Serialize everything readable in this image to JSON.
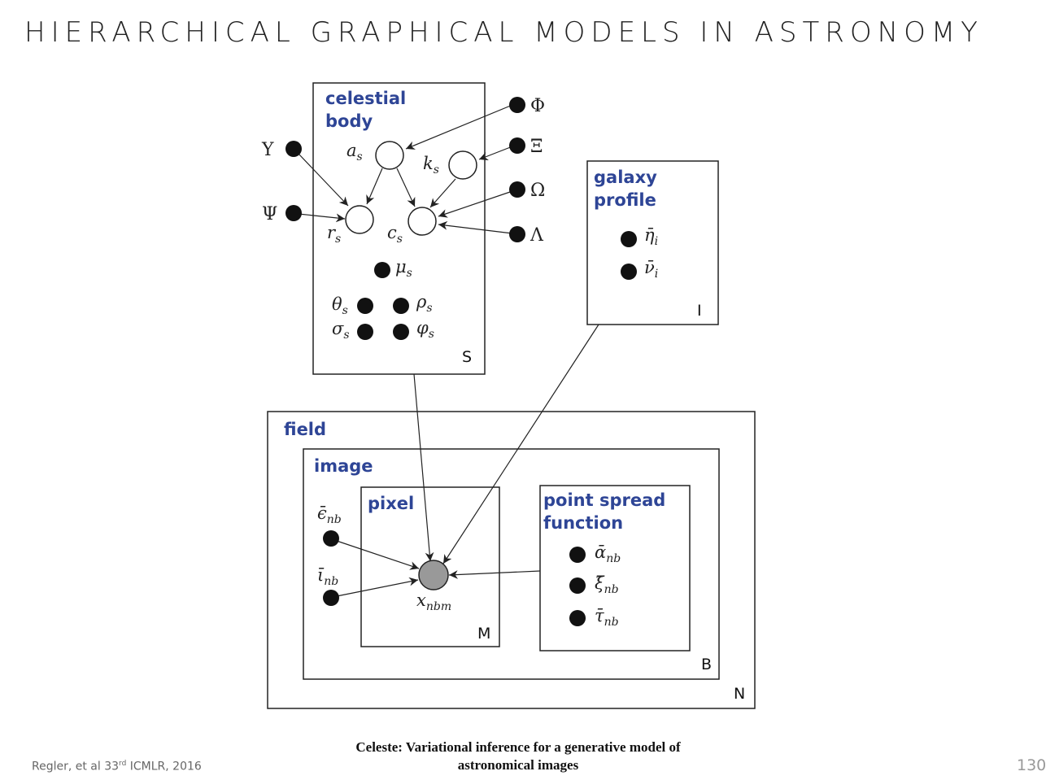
{
  "slide": {
    "title": "HIERARCHICAL GRAPHICAL MODELS IN ASTRONOMY",
    "footer_citation": "Regler, et al 33",
    "footer_citation_sup": "rd",
    "footer_citation_tail": " ICMLR, 2016",
    "caption_line1": "Celeste: Variational inference for a generative model of",
    "caption_line2": "astronomical images",
    "page_number": "130"
  },
  "diagram": {
    "plates": {
      "celestial_body": {
        "label_line1": "celestial",
        "label_line2": "body",
        "count": "S"
      },
      "galaxy_profile": {
        "label_line1": "galaxy",
        "label_line2": "profile",
        "count": "I"
      },
      "field": {
        "label": "field",
        "count": "N"
      },
      "image": {
        "label": "image",
        "count": "B"
      },
      "pixel": {
        "label": "pixel",
        "count": "M"
      },
      "psf": {
        "label_line1": "point spread",
        "label_line2": "function"
      }
    },
    "hyperparameters": {
      "upsilon": "Υ",
      "psi": "Ψ",
      "phi": "Φ",
      "xi": "Ξ",
      "omega": "Ω",
      "lambda": "Λ"
    },
    "latent": {
      "a": {
        "base": "a",
        "sub": "s"
      },
      "k": {
        "base": "k",
        "sub": "s"
      },
      "r": {
        "base": "r",
        "sub": "s"
      },
      "c": {
        "base": "c",
        "sub": "s"
      }
    },
    "params": {
      "mu": {
        "base": "μ",
        "sub": "s"
      },
      "theta": {
        "base": "θ",
        "sub": "s"
      },
      "rho": {
        "base": "ρ",
        "sub": "s"
      },
      "sigma": {
        "base": "σ",
        "sub": "s"
      },
      "varphi": {
        "base": "φ",
        "sub": "s"
      },
      "eta": {
        "base": "η̄",
        "sub": "i"
      },
      "nu": {
        "base": "ν̄",
        "sub": "i"
      },
      "epsilon": {
        "base": "ϵ̄",
        "sub": "nb"
      },
      "iota": {
        "base": "ῑ",
        "sub": "nb"
      },
      "alpha": {
        "base": "ᾱ",
        "sub": "nb"
      },
      "xi_bar": {
        "base": "ξ̄",
        "sub": "nb"
      },
      "tau": {
        "base": "τ̄",
        "sub": "nb"
      }
    },
    "observed": {
      "base": "x",
      "sub": "nbm"
    },
    "colors": {
      "plate_label": "#2e4596",
      "observed_fill": "#999999",
      "param_fill": "#111111"
    }
  }
}
